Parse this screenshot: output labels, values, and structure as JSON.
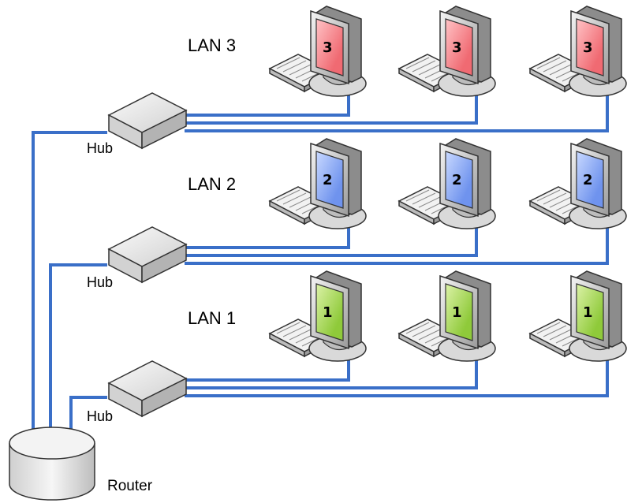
{
  "labels": {
    "hub": "Hub",
    "router": "Router"
  },
  "lans": [
    {
      "label": "LAN 3",
      "screen_number": "3",
      "screen_color": "#f06a72",
      "screen_color_light": "#ffc3c6"
    },
    {
      "label": "LAN 2",
      "screen_number": "2",
      "screen_color": "#6f93ee",
      "screen_color_light": "#c9d9ff"
    },
    {
      "label": "LAN 1",
      "screen_number": "1",
      "screen_color": "#8fca3a",
      "screen_color_light": "#dcf2a8"
    }
  ],
  "colors": {
    "cable": "#3a6fc8",
    "device_fill": "#e4e4e4",
    "device_stroke": "#4a4a4a"
  },
  "icons": {
    "computer": "desktop-computer-icon",
    "keyboard": "keyboard-icon",
    "hub": "hub-icon",
    "router": "router-cylinder-icon"
  }
}
